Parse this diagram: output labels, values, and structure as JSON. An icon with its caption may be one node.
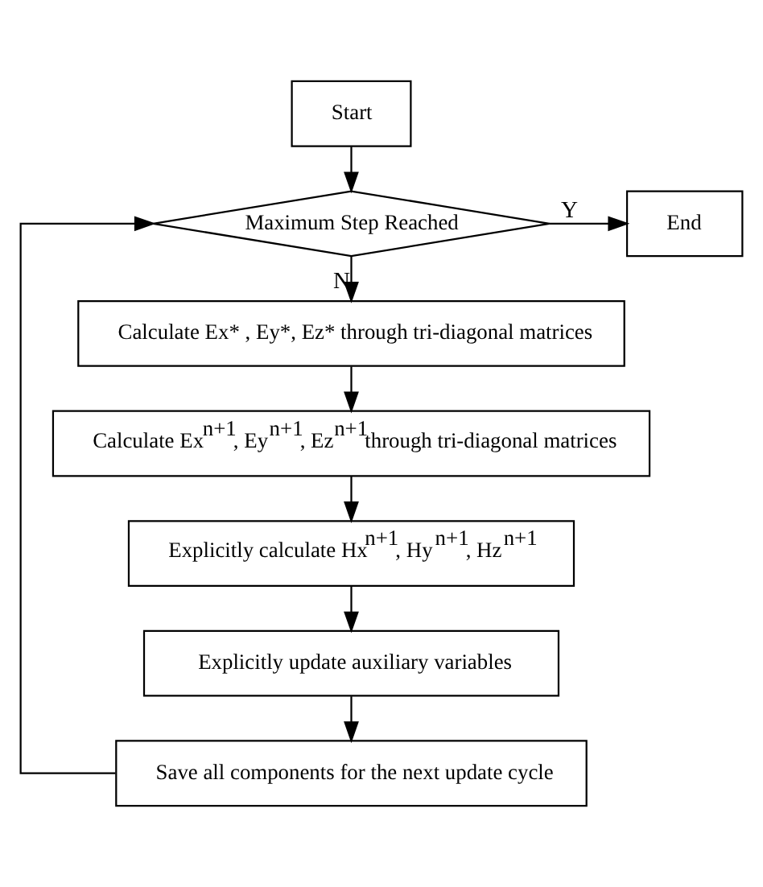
{
  "diagram": {
    "nodes": [
      {
        "text": [
          "Start"
        ]
      },
      {
        "text": [
          "Maximum Step Reached"
        ]
      },
      {
        "text": [
          "End"
        ]
      },
      {
        "text": [
          "Calculate Ex* , Ey*, Ez* through tri-diagonal matrices"
        ]
      },
      {
        "text": [
          "Calculate Ex$^{n+1}$, Ey$^{n+1}$, Ez$^{n+1}$through tri-diagonal matrices"
        ]
      },
      {
        "text": [
          "Explicitly calculate Hx$^{n+1}$, Hy$^{n+1}$, Hz$^{n+1}$"
        ]
      },
      {
        "text": [
          "Explicitly update auxiliary variables"
        ]
      },
      {
        "text": [
          "Save all components for the next update cycle"
        ]
      }
    ],
    "edges": [
      {
        "from": 0,
        "to": 1,
        "arrow": "to"
      },
      {
        "from": 1,
        "to": 2,
        "arrow": "to",
        "label": "Y"
      },
      {
        "from": 1,
        "to": 3,
        "arrow": "to",
        "label": "N"
      },
      {
        "from": 3,
        "to": 4,
        "arrow": "to"
      },
      {
        "from": 4,
        "to": 5,
        "arrow": "to"
      },
      {
        "from": 5,
        "to": 6,
        "arrow": "to"
      },
      {
        "from": 6,
        "to": 7,
        "arrow": "to"
      },
      {
        "from": 7,
        "to": 1,
        "arrow": "to"
      }
    ]
  }
}
